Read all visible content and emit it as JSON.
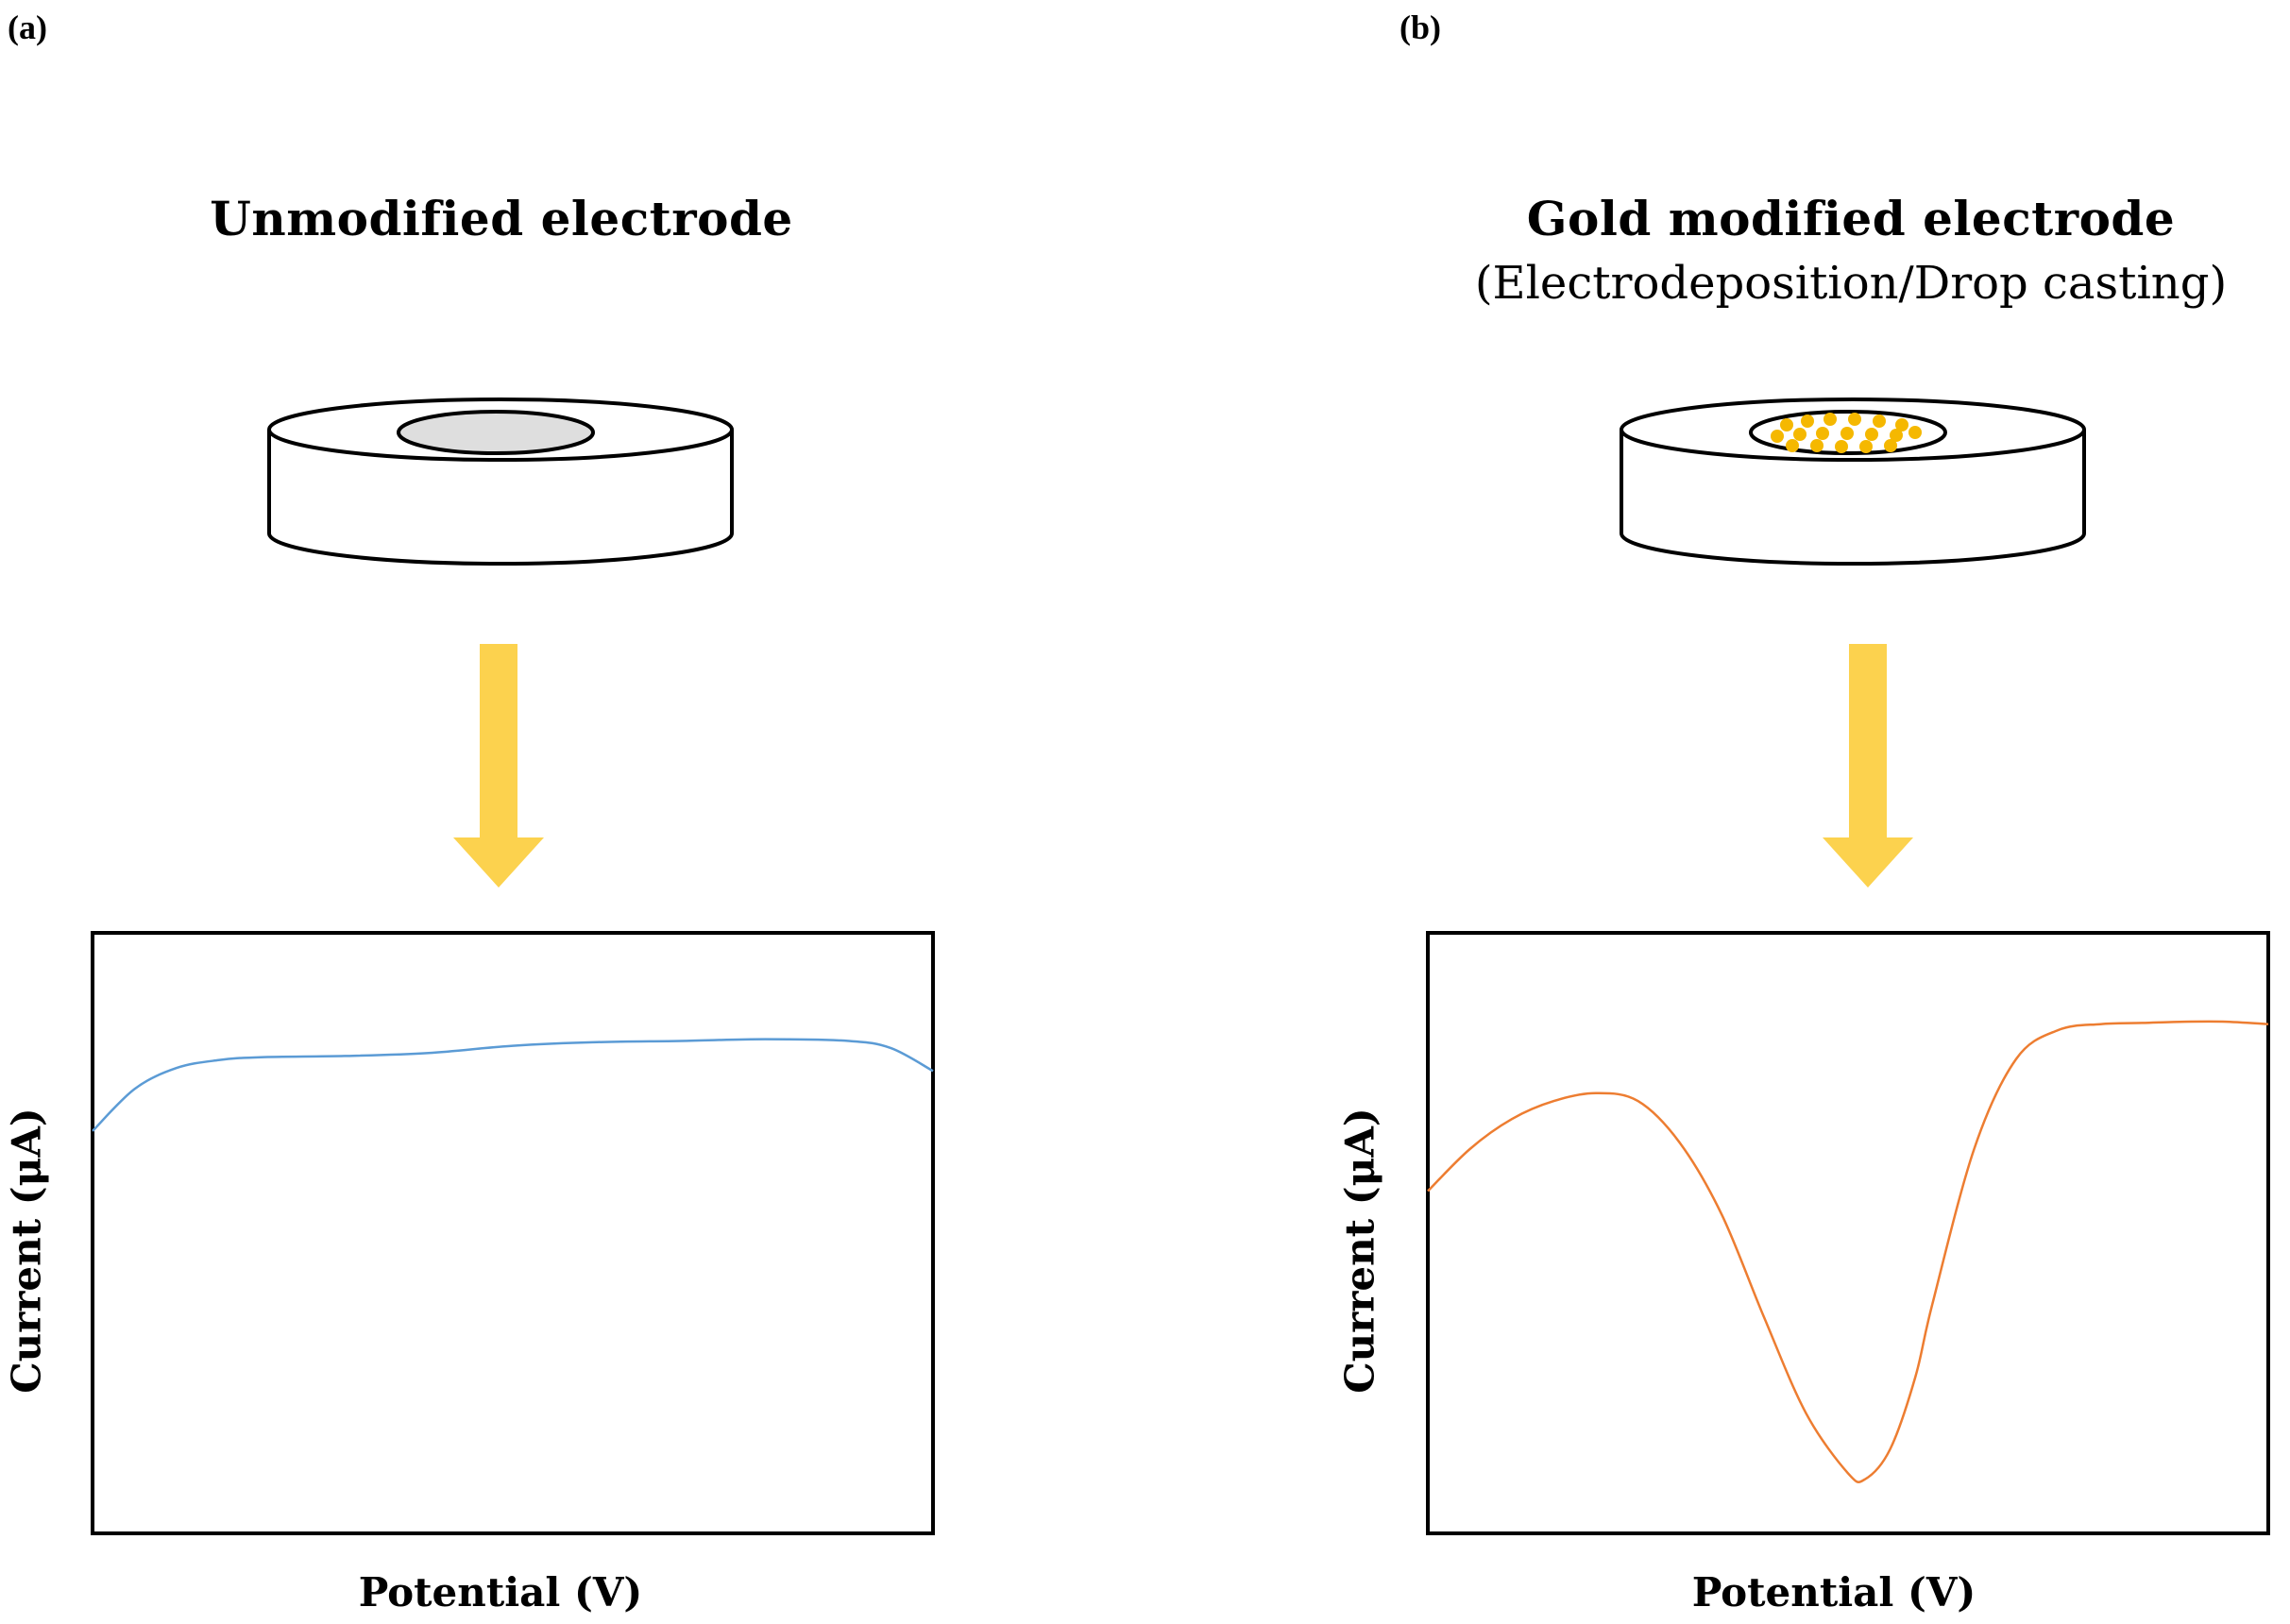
{
  "panels": [
    {
      "label": "(a)",
      "title": "Unmodified electrode",
      "subtitle": "",
      "electrode": {
        "surface": "bare",
        "surface_color": "#dedede"
      },
      "arrow_color": "#fcd24e",
      "chart_data": {
        "type": "line",
        "xlabel": "Potential (V)",
        "ylabel": "Current (μA)",
        "grid": false,
        "axis_ticks": false,
        "line_color": "#5b9bd5",
        "x": [
          0,
          0.05,
          0.1,
          0.15,
          0.2,
          0.3,
          0.4,
          0.5,
          0.6,
          0.7,
          0.8,
          0.9,
          0.95,
          1.0
        ],
        "y": [
          0.67,
          0.74,
          0.775,
          0.788,
          0.793,
          0.795,
          0.8,
          0.812,
          0.818,
          0.82,
          0.823,
          0.82,
          0.808,
          0.77
        ]
      }
    },
    {
      "label": "(b)",
      "title": "Gold modified electrode",
      "subtitle": "(Electrodeposition/Drop casting)",
      "electrode": {
        "surface": "gold-nanoparticles",
        "surface_color": "#f5b800"
      },
      "arrow_color": "#fcd24e",
      "chart_data": {
        "type": "line",
        "xlabel": "Potential (V)",
        "ylabel": "Current (μA)",
        "grid": false,
        "axis_ticks": false,
        "line_color": "#ed7d31",
        "x": [
          0,
          0.05,
          0.1,
          0.15,
          0.2,
          0.25,
          0.3,
          0.35,
          0.4,
          0.45,
          0.5,
          0.52,
          0.55,
          0.58,
          0.6,
          0.65,
          0.7,
          0.75,
          0.8,
          0.85,
          0.9,
          0.95,
          1.0
        ],
        "y": [
          0.57,
          0.64,
          0.69,
          0.72,
          0.733,
          0.72,
          0.65,
          0.53,
          0.36,
          0.2,
          0.1,
          0.09,
          0.14,
          0.26,
          0.38,
          0.64,
          0.79,
          0.838,
          0.848,
          0.85,
          0.852,
          0.852,
          0.848
        ]
      }
    }
  ]
}
